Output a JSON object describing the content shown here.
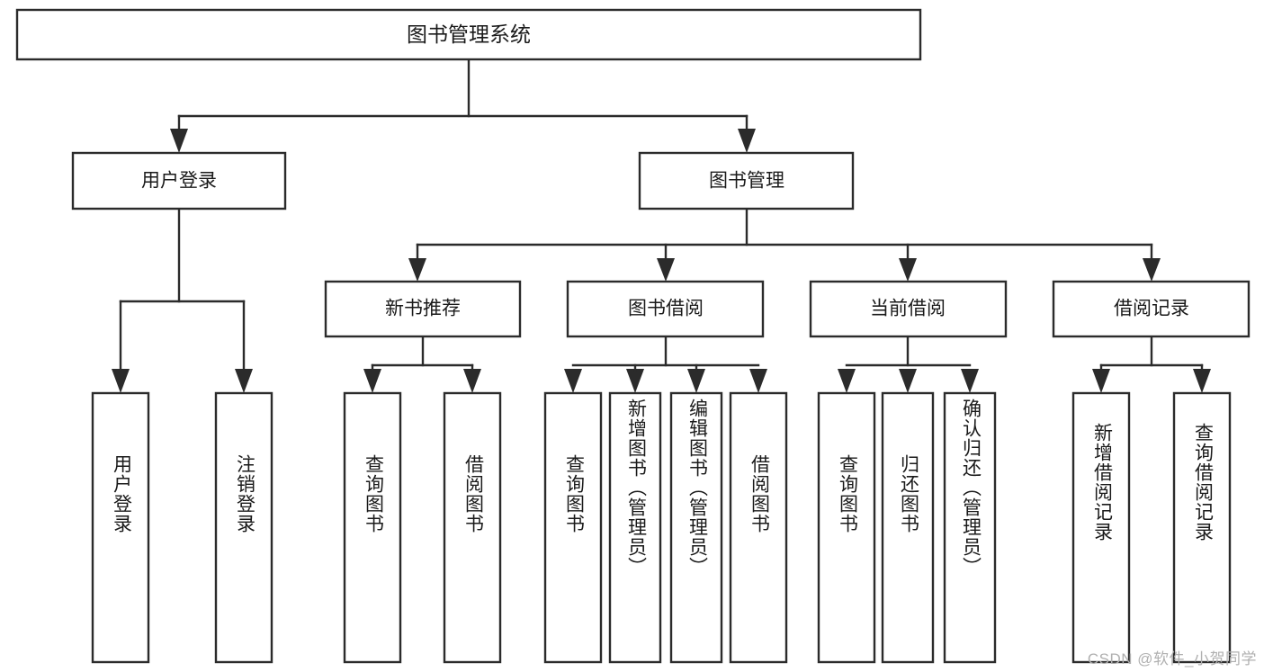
{
  "diagram": {
    "type": "tree",
    "title": "图书管理系统",
    "orientation": "top-down",
    "root": {
      "id": "root",
      "label": "图书管理系统"
    },
    "level2": [
      {
        "id": "user-login",
        "label": "用户登录"
      },
      {
        "id": "book-management",
        "label": "图书管理"
      }
    ],
    "level3": [
      {
        "id": "new-book-recommend",
        "label": "新书推荐",
        "parent": "book-management"
      },
      {
        "id": "book-borrow",
        "label": "图书借阅",
        "parent": "book-management"
      },
      {
        "id": "current-borrow",
        "label": "当前借阅",
        "parent": "book-management"
      },
      {
        "id": "borrow-record",
        "label": "借阅记录",
        "parent": "book-management"
      }
    ],
    "leaves": {
      "user-login": [
        {
          "id": "leaf-user-login",
          "label": "用户登录"
        },
        {
          "id": "leaf-logout-login",
          "label": "注销登录"
        }
      ],
      "new-book-recommend": [
        {
          "id": "leaf-query-book-1",
          "label": "查询图书"
        },
        {
          "id": "leaf-borrow-book-1",
          "label": "借阅图书"
        }
      ],
      "book-borrow": [
        {
          "id": "leaf-query-book-2",
          "label": "查询图书"
        },
        {
          "id": "leaf-add-book-admin",
          "label": "新增图书（管理员）"
        },
        {
          "id": "leaf-edit-book-admin",
          "label": "编辑图书（管理员）"
        },
        {
          "id": "leaf-borrow-book-2",
          "label": "借阅图书"
        }
      ],
      "current-borrow": [
        {
          "id": "leaf-query-book-3",
          "label": "查询图书"
        },
        {
          "id": "leaf-return-book",
          "label": "归还图书"
        },
        {
          "id": "leaf-confirm-return-admin",
          "label": "确认归还（管理员）"
        }
      ],
      "borrow-record": [
        {
          "id": "leaf-add-borrow-record",
          "label": "新增借阅记录"
        },
        {
          "id": "leaf-query-borrow-record",
          "label": "查询借阅记录"
        }
      ]
    }
  },
  "watermark": {
    "text": "CSDN @软件_小贺同学"
  },
  "colors": {
    "box_stroke": "#2b2b2b",
    "box_fill": "#ffffff",
    "text": "#1a1a1a",
    "background": "#ffffff",
    "watermark": "#b0b0b0"
  }
}
